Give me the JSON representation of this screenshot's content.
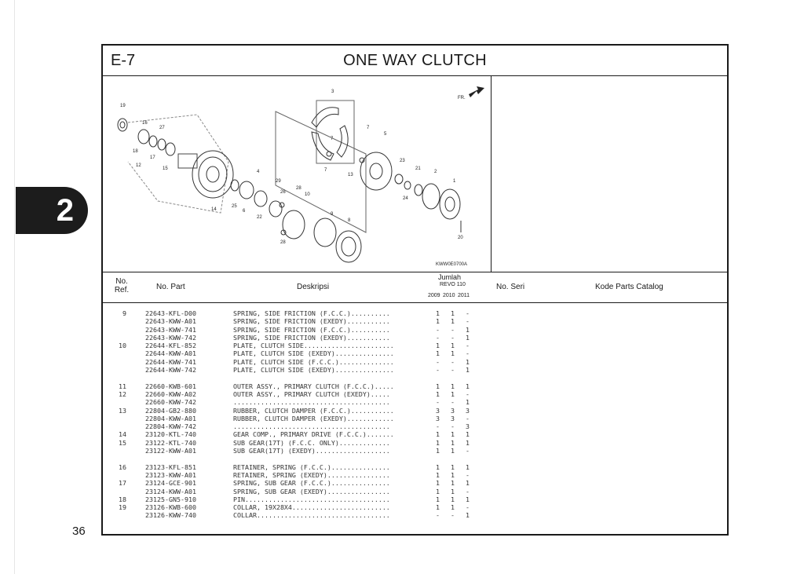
{
  "page": {
    "chapter_tab": "2",
    "page_number": "36"
  },
  "header": {
    "section": "E-7",
    "title": "ONE WAY CLUTCH"
  },
  "diagram": {
    "callouts": [
      "19",
      "16",
      "27",
      "18",
      "17",
      "12",
      "15",
      "14",
      "25",
      "6",
      "22",
      "4",
      "29",
      "26",
      "28",
      "10",
      "3",
      "7",
      "7",
      "7",
      "5",
      "23",
      "13",
      "21",
      "2",
      "1",
      "24",
      "20",
      "9",
      "8",
      "28"
    ],
    "fr_mark": "FR.",
    "code": "KWW0E0700A"
  },
  "table": {
    "headers": {
      "ref": "No.\nRef.",
      "part": "No. Part",
      "desc": "Deskripsi",
      "qty": "Jumlah",
      "model": "REVO 110",
      "years": [
        "2009",
        "2010",
        "2011"
      ],
      "serial": "No. Seri",
      "catalog": "Kode Parts Catalog"
    },
    "groups": [
      [
        {
          "ref": "9",
          "part": "22643-KFL-D00",
          "desc": "SPRING, SIDE FRICTION (F.C.C.)..........",
          "q": [
            "1",
            "1",
            "-"
          ]
        },
        {
          "ref": "",
          "part": "22643-KWW-A01",
          "desc": "SPRING, SIDE FRICTION (EXEDY)...........",
          "q": [
            "1",
            "1",
            "-"
          ]
        },
        {
          "ref": "",
          "part": "22643-KWW-741",
          "desc": "SPRING, SIDE FRICTION (F.C.C.)..........",
          "q": [
            "-",
            "-",
            "1"
          ]
        },
        {
          "ref": "",
          "part": "22643-KWW-742",
          "desc": "SPRING, SIDE FRICTION (EXEDY)...........",
          "q": [
            "-",
            "-",
            "1"
          ]
        },
        {
          "ref": "10",
          "part": "22644-KFL-852",
          "desc": "PLATE, CLUTCH SIDE.......................",
          "q": [
            "1",
            "1",
            "-"
          ]
        },
        {
          "ref": "",
          "part": "22644-KWW-A01",
          "desc": "PLATE, CLUTCH SIDE (EXEDY)...............",
          "q": [
            "1",
            "1",
            "-"
          ]
        },
        {
          "ref": "",
          "part": "22644-KWW-741",
          "desc": "PLATE, CLUTCH SIDE (F.C.C.)..............",
          "q": [
            "-",
            "-",
            "1"
          ]
        },
        {
          "ref": "",
          "part": "22644-KWW-742",
          "desc": "PLATE, CLUTCH SIDE (EXEDY)...............",
          "q": [
            "-",
            "-",
            "1"
          ]
        }
      ],
      [
        {
          "ref": "11",
          "part": "22660-KWB-601",
          "desc": "OUTER ASSY., PRIMARY CLUTCH (F.C.C.).....",
          "q": [
            "1",
            "1",
            "1"
          ]
        },
        {
          "ref": "12",
          "part": "22660-KWW-A02",
          "desc": "OUTER ASSY., PRIMARY CLUTCH (EXEDY).....",
          "q": [
            "1",
            "1",
            "-"
          ]
        },
        {
          "ref": "",
          "part": "22660-KWW-742",
          "desc": "........................................",
          "q": [
            "-",
            "-",
            "1"
          ]
        },
        {
          "ref": "13",
          "part": "22804-GB2-880",
          "desc": "RUBBER, CLUTCH DAMPER (F.C.C.)...........",
          "q": [
            "3",
            "3",
            "3"
          ]
        },
        {
          "ref": "",
          "part": "22804-KWW-A01",
          "desc": "RUBBER, CLUTCH DAMPER (EXEDY)............",
          "q": [
            "3",
            "3",
            "-"
          ]
        },
        {
          "ref": "",
          "part": "22804-KWW-742",
          "desc": "........................................",
          "q": [
            "-",
            "-",
            "3"
          ]
        },
        {
          "ref": "14",
          "part": "23120-KTL-740",
          "desc": "GEAR COMP., PRIMARY DRIVE (F.C.C.).......",
          "q": [
            "1",
            "1",
            "1"
          ]
        },
        {
          "ref": "15",
          "part": "23122-KTL-740",
          "desc": "SUB GEAR(17T) (F.C.C. ONLY).............",
          "q": [
            "1",
            "1",
            "1"
          ]
        },
        {
          "ref": "",
          "part": "23122-KWW-A01",
          "desc": "SUB GEAR(17T) (EXEDY)...................",
          "q": [
            "1",
            "1",
            "-"
          ]
        }
      ],
      [
        {
          "ref": "16",
          "part": "23123-KFL-851",
          "desc": "RETAINER, SPRING (F.C.C.)...............",
          "q": [
            "1",
            "1",
            "1"
          ]
        },
        {
          "ref": "",
          "part": "23123-KWW-A01",
          "desc": "RETAINER, SPRING (EXEDY)................",
          "q": [
            "1",
            "1",
            "-"
          ]
        },
        {
          "ref": "17",
          "part": "23124-GCE-901",
          "desc": "SPRING, SUB GEAR (F.C.C.)...............",
          "q": [
            "1",
            "1",
            "1"
          ]
        },
        {
          "ref": "",
          "part": "23124-KWW-A01",
          "desc": "SPRING, SUB GEAR (EXEDY)................",
          "q": [
            "1",
            "1",
            "-"
          ]
        },
        {
          "ref": "18",
          "part": "23125-GN5-910",
          "desc": "PIN.....................................",
          "q": [
            "1",
            "1",
            "1"
          ]
        },
        {
          "ref": "19",
          "part": "23126-KWB-600",
          "desc": "COLLAR, 19X28X4.........................",
          "q": [
            "1",
            "1",
            "-"
          ]
        },
        {
          "ref": "",
          "part": "23126-KWW-740",
          "desc": "COLLAR..................................",
          "q": [
            "-",
            "-",
            "1"
          ]
        }
      ]
    ]
  }
}
